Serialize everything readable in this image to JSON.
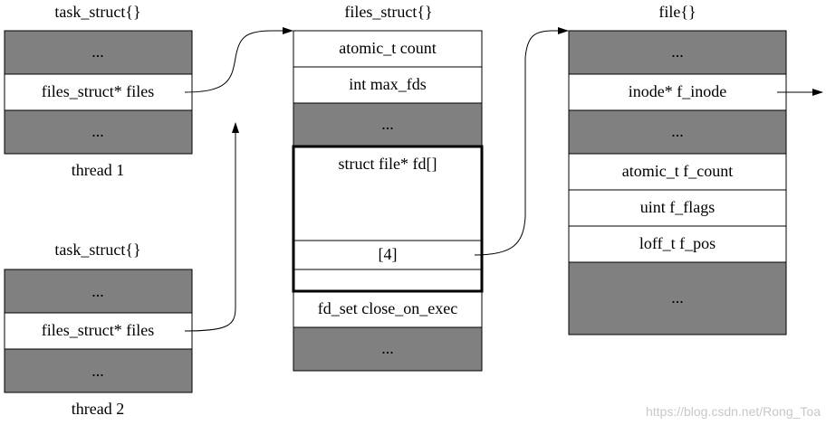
{
  "thread1": {
    "struct_label": "task_struct{}",
    "caption": "thread 1",
    "cells": [
      {
        "text": "...",
        "shaded": true
      },
      {
        "text": "files_struct* files",
        "shaded": false
      },
      {
        "text": "...",
        "shaded": true
      }
    ]
  },
  "thread2": {
    "struct_label": "task_struct{}",
    "caption": "thread 2",
    "cells": [
      {
        "text": "...",
        "shaded": true
      },
      {
        "text": "files_struct* files",
        "shaded": false
      },
      {
        "text": "...",
        "shaded": true
      }
    ]
  },
  "files_struct": {
    "label": "files_struct{}",
    "cells": [
      {
        "text": "atomic_t count",
        "shaded": false
      },
      {
        "text": "int max_fds",
        "shaded": false
      },
      {
        "text": "...",
        "shaded": true
      },
      {
        "text": "struct file* fd[]",
        "shaded": false
      },
      {
        "text": "",
        "shaded": false
      },
      {
        "text": "[4]",
        "shaded": false
      },
      {
        "text": "",
        "shaded": false
      },
      {
        "text": "fd_set close_on_exec",
        "shaded": false
      },
      {
        "text": "...",
        "shaded": true
      }
    ]
  },
  "file": {
    "label": "file{}",
    "cells": [
      {
        "text": "...",
        "shaded": true
      },
      {
        "text": "inode* f_inode",
        "shaded": false
      },
      {
        "text": "...",
        "shaded": true
      },
      {
        "text": "atomic_t f_count",
        "shaded": false
      },
      {
        "text": "uint f_flags",
        "shaded": false
      },
      {
        "text": "loff_t f_pos",
        "shaded": false
      },
      {
        "text": "...",
        "shaded": true
      }
    ]
  },
  "watermark": "https://blog.csdn.net/Rong_Toa",
  "colors": {
    "shaded": "#808080",
    "border": "#000000",
    "background": "#ffffff"
  }
}
